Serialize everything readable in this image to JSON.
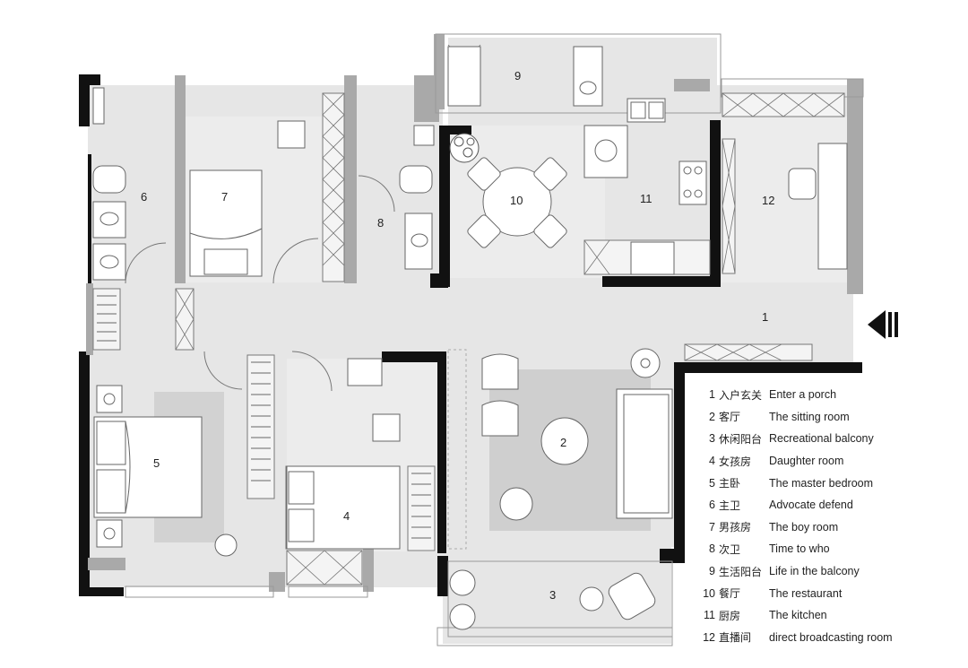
{
  "plan": {
    "room_numbers": [
      "1",
      "2",
      "3",
      "4",
      "5",
      "6",
      "7",
      "8",
      "9",
      "10",
      "11",
      "12"
    ],
    "entrance_icon": "entrance-arrow-icon"
  },
  "legend": {
    "rows": [
      {
        "num": "1",
        "zh": "入户玄关",
        "en": "Enter a porch"
      },
      {
        "num": "2",
        "zh": "客厅",
        "en": "The sitting room"
      },
      {
        "num": "3",
        "zh": "休闲阳台",
        "en": "Recreational balcony"
      },
      {
        "num": "4",
        "zh": "女孩房",
        "en": "Daughter room"
      },
      {
        "num": "5",
        "zh": "主卧",
        "en": "The master bedroom"
      },
      {
        "num": "6",
        "zh": "主卫",
        "en": "Advocate defend"
      },
      {
        "num": "7",
        "zh": "男孩房",
        "en": "The boy room"
      },
      {
        "num": "8",
        "zh": "次卫",
        "en": "Time to who"
      },
      {
        "num": "9",
        "zh": "生活阳台",
        "en": "Life in the balcony"
      },
      {
        "num": "10",
        "zh": "餐厅",
        "en": "The restaurant"
      },
      {
        "num": "11",
        "zh": "厨房",
        "en": "The kitchen"
      },
      {
        "num": "12",
        "zh": "直播间",
        "en": "direct broadcasting room"
      }
    ]
  }
}
